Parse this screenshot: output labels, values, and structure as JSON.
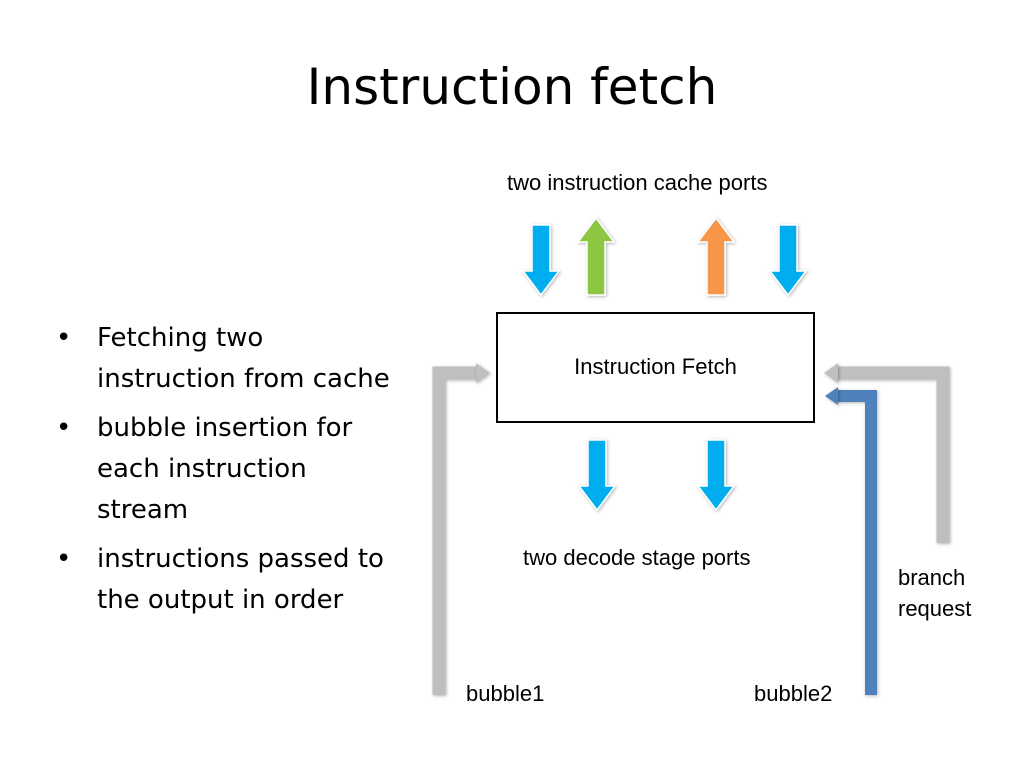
{
  "slide": {
    "title": "Instruction fetch"
  },
  "bullets": [
    "Fetching two instruction from cache",
    "bubble insertion for each instruction stream",
    "instructions passed to the output in order"
  ],
  "diagram": {
    "cache_ports_label": "two instruction cache ports",
    "fetch_box_label": "Instruction Fetch",
    "decode_ports_label": "two decode stage ports",
    "bubble1_label": "bubble1",
    "bubble2_label": "bubble2",
    "branch_label": "branch request",
    "colors": {
      "cyan": "#00aeef",
      "green": "#8dc63f",
      "orange": "#f7964a",
      "gray": "#bfbfbf",
      "blue": "#4f81bd"
    }
  }
}
